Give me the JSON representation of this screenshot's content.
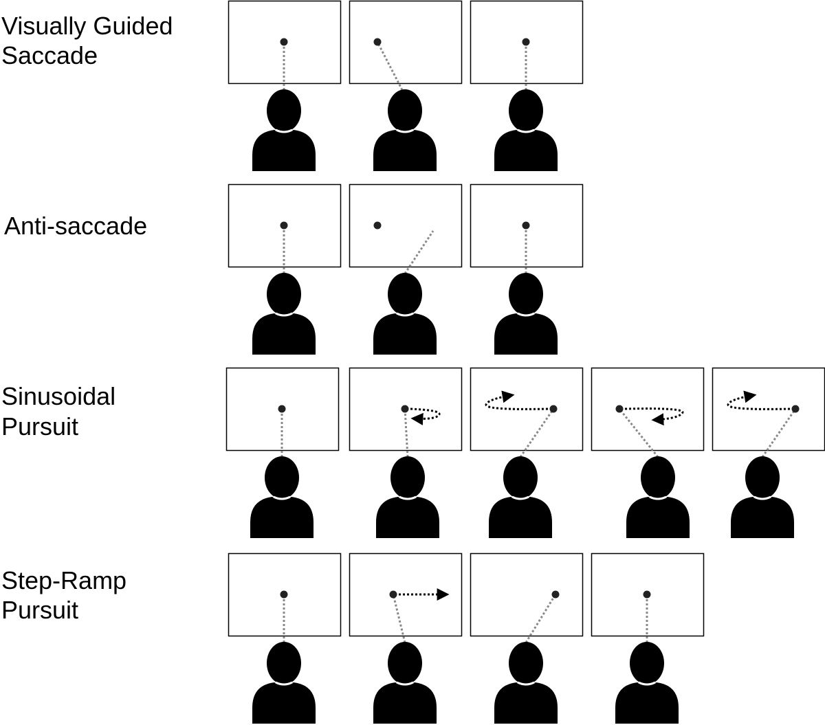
{
  "colors": {
    "background": "#ffffff",
    "panel_border": "#000000",
    "person": "#000000",
    "target_dot": "#222222",
    "gaze_line": "#888888",
    "motion_arrow": "#000000"
  },
  "icons": {
    "person": "person-silhouette-icon",
    "target": "target-dot-icon",
    "gaze": "gaze-line-icon",
    "motion": "motion-arrow-icon"
  },
  "rows": [
    {
      "id": "visually-guided-saccade",
      "label_lines": [
        "Visually Guided",
        "Saccade"
      ],
      "panels": [
        {
          "target": "center",
          "gaze": "center",
          "motion": "none"
        },
        {
          "target": "upper-left",
          "gaze": "upper-left",
          "motion": "none"
        },
        {
          "target": "center",
          "gaze": "center",
          "motion": "none"
        }
      ]
    },
    {
      "id": "anti-saccade",
      "label_lines": [
        "Anti-saccade"
      ],
      "panels": [
        {
          "target": "center",
          "gaze": "center",
          "motion": "none"
        },
        {
          "target": "upper-left",
          "gaze": "upper-right",
          "motion": "none"
        },
        {
          "target": "center",
          "gaze": "center",
          "motion": "none"
        }
      ]
    },
    {
      "id": "sinusoidal-pursuit",
      "label_lines": [
        "Sinusoidal",
        "Pursuit"
      ],
      "panels": [
        {
          "target": "center",
          "gaze": "center",
          "motion": "none"
        },
        {
          "target": "center-right",
          "gaze": "center-right",
          "motion": "loop-right"
        },
        {
          "target": "right",
          "gaze": "right",
          "motion": "loop-left"
        },
        {
          "target": "left",
          "gaze": "left",
          "motion": "loop-right-down"
        },
        {
          "target": "right",
          "gaze": "right",
          "motion": "loop-left"
        }
      ]
    },
    {
      "id": "step-ramp-pursuit",
      "label_lines": [
        "Step-Ramp",
        "Pursuit"
      ],
      "panels": [
        {
          "target": "center",
          "gaze": "center",
          "motion": "none"
        },
        {
          "target": "left-of-center",
          "gaze": "left-of-center",
          "motion": "ramp-right"
        },
        {
          "target": "right-of-center",
          "gaze": "right-of-center",
          "motion": "none"
        },
        {
          "target": "center",
          "gaze": "center",
          "motion": "none"
        }
      ]
    }
  ]
}
